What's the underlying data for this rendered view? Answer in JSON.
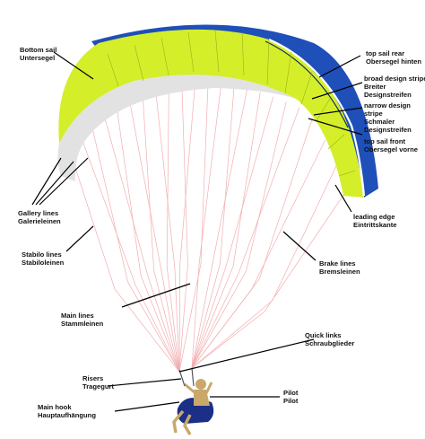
{
  "labels": {
    "bottom_sail": [
      "Bottom sail",
      "Untersegel"
    ],
    "top_sail_rear": [
      "top sail rear",
      "Obersegel hinten"
    ],
    "broad_stripe": [
      "broad design stripe",
      "Breiter",
      "Designstreifen"
    ],
    "narrow_stripe": [
      "narrow design",
      "stripe",
      "Schmaler",
      "Designstreifen"
    ],
    "top_sail_front": [
      "top sail front",
      "Obersegel vorne"
    ],
    "gallery_lines": [
      "Gallery lines",
      "Galerieleinen"
    ],
    "leading_edge": [
      "leading edge",
      "Eintrittskante"
    ],
    "stabilo_lines": [
      "Stabilo lines",
      "Stabiloleinen"
    ],
    "brake_lines": [
      "Brake lines",
      "Bremsleinen"
    ],
    "main_lines": [
      "Main lines",
      "Stammleinen"
    ],
    "quick_links": [
      "Quick links",
      "Schraubglieder"
    ],
    "risers": [
      "Risers",
      "Tragegurt"
    ],
    "pilot": [
      "Pilot",
      "Pilot"
    ],
    "main_hook": [
      "Main hook",
      "Hauptaufhängung"
    ]
  },
  "colors": {
    "wing_yellow": "#d4ee2a",
    "wing_blue": "#1f4fb8",
    "bottom_sail": "#e2e2e2",
    "lines": "#f2aeb0",
    "harness": "#1c2f86",
    "pilot_skin": "#c9a86a"
  }
}
